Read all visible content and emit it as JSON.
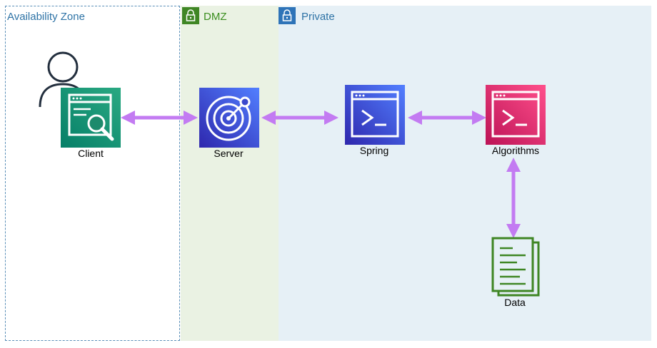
{
  "zones": {
    "availability_zone": "Availability Zone",
    "dmz": "DMZ",
    "private": "Private"
  },
  "nodes": {
    "client": "Client",
    "server": "Server",
    "spring": "Spring",
    "algorithms": "Algorithms",
    "data": "Data"
  },
  "icons": {
    "user": "user-icon",
    "client": "search-window-icon",
    "server": "radar-icon",
    "spring": "terminal-window-icon",
    "algorithms": "terminal-window-icon",
    "data": "document-stack-icon",
    "lock": "lock-icon"
  },
  "colors": {
    "arrow": "#c37bf2",
    "client_tile": "#1d8a6c",
    "server_tile": "#3b48cc",
    "spring_tile": "#3b48cc",
    "algorithms_tile": "#e7157b",
    "data_icon": "#3f8624",
    "dmz_zone": "#eaf2e3",
    "private_zone": "#e6f0f6"
  }
}
